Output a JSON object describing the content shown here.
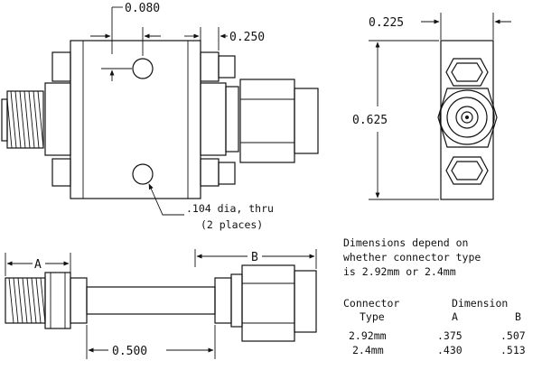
{
  "dimensions": {
    "hole_offset": "0.080",
    "flange_width": "0.250",
    "end_width": "0.225",
    "end_height": "0.625",
    "body_length": "0.500",
    "a_label": "A",
    "b_label": "B"
  },
  "hole_note": {
    "line1": ".104 dia, thru",
    "line2": "(2 places)"
  },
  "notes": {
    "line1": "Dimensions depend on",
    "line2": "whether connector type",
    "line3": "is 2.92mm or 2.4mm"
  },
  "table": {
    "header1_col1": "Connector",
    "header1_col2": "Dimension",
    "header2_col1": "Type",
    "header2_col2": "A",
    "header2_col3": "B",
    "rows": [
      {
        "type": "2.92mm",
        "a": ".375",
        "b": ".507"
      },
      {
        "type": "2.4mm",
        "a": ".430",
        "b": ".513"
      }
    ]
  }
}
